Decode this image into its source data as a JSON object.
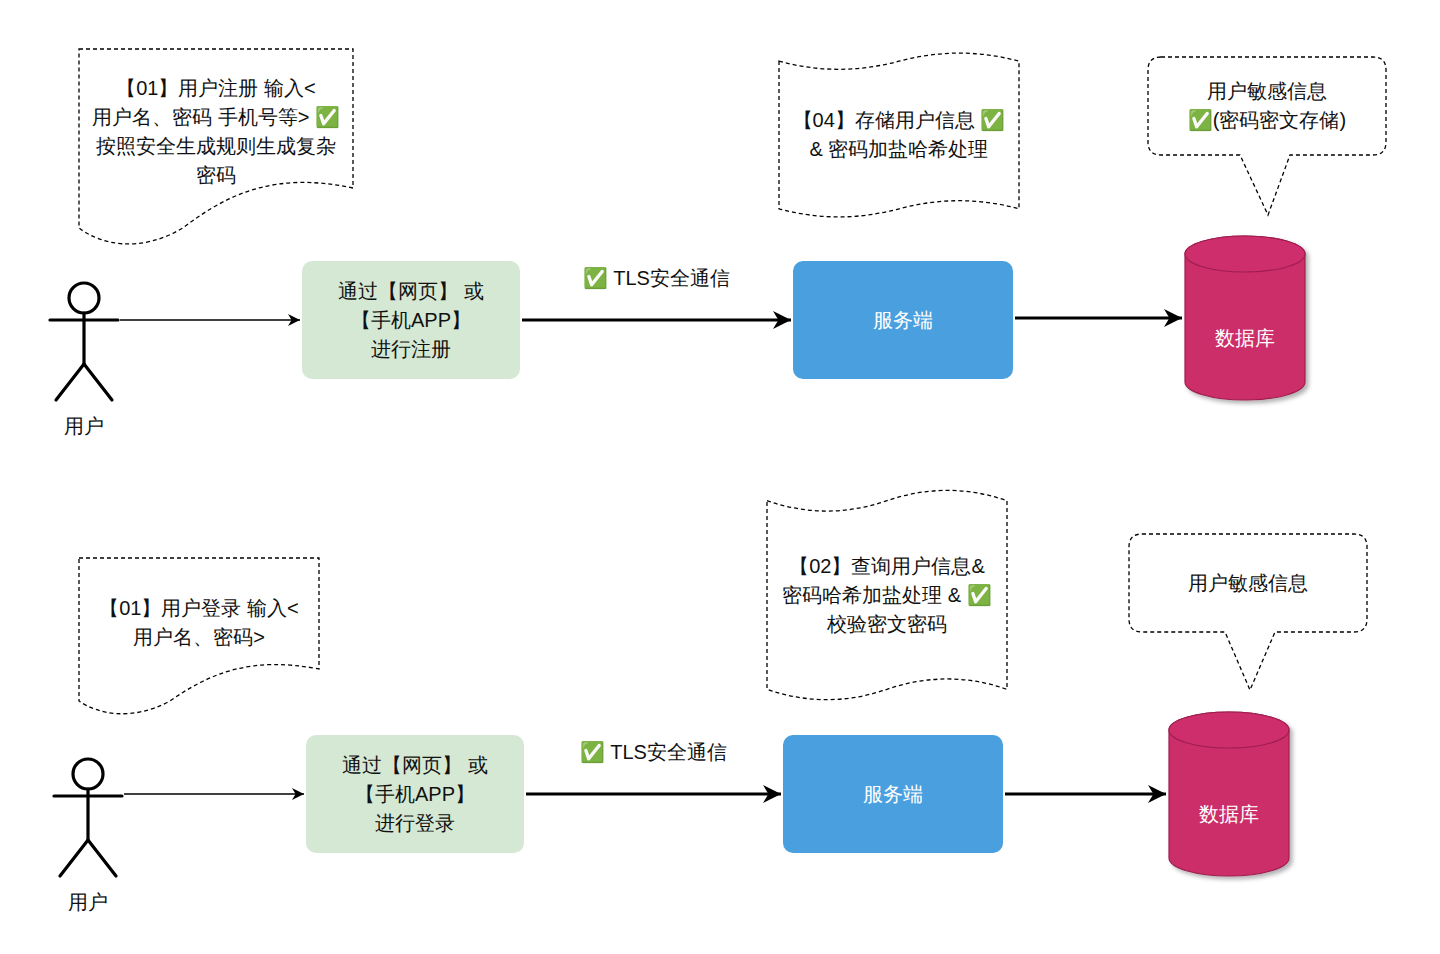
{
  "diagram": {
    "nodes": [
      {
        "text": [
          "【01】用户注册 输入<用户名、密码 手机号等> ✅按照安全生成规则生成复杂密码"
        ]
      },
      {
        "text": [
          "用户"
        ]
      },
      {
        "text": [
          "通过【网页】 或【手机APP】 进行注册"
        ]
      },
      {
        "text": [
          "【04】存储用户信息 ✅ & 密码加盐哈希处理"
        ]
      },
      {
        "text": [
          "用户敏感信息 ✅(密码密文存储)"
        ]
      },
      {
        "text": [
          "服务端"
        ]
      },
      {
        "text": [
          "数据库"
        ]
      },
      {
        "text": [
          "【01】用户登录 输入<用户名、密码>"
        ]
      },
      {
        "text": [
          "用户"
        ]
      },
      {
        "text": [
          "通过【网页】 或【手机APP】 进行登录"
        ]
      },
      {
        "text": [
          "【02】查询用户信息& 密码哈希加盐处理 & ✅ 校验密文密码"
        ]
      },
      {
        "text": [
          "用户敏感信息"
        ]
      },
      {
        "text": [
          "服务端"
        ]
      },
      {
        "text": [
          "数据库"
        ]
      }
    ],
    "edges": [
      {
        "from": 1,
        "to": 2,
        "arrow": "to"
      },
      {
        "from": 2,
        "to": 5,
        "label": "✅ TLS安全通信",
        "arrow": "to"
      },
      {
        "from": 5,
        "to": 6,
        "arrow": "to"
      },
      {
        "from": 8,
        "to": 9,
        "arrow": "to"
      },
      {
        "from": 9,
        "to": 12,
        "label": "✅ TLS安全通信",
        "arrow": "to"
      },
      {
        "from": 12,
        "to": 13,
        "arrow": "to"
      }
    ]
  }
}
